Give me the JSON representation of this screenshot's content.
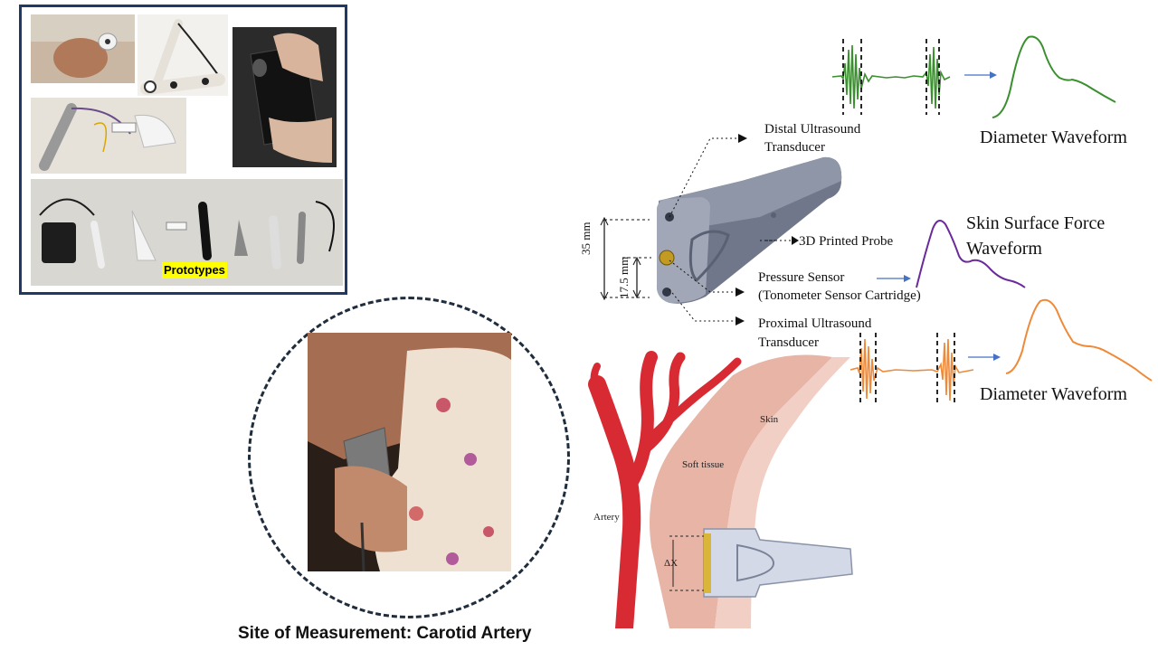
{
  "prototypes": {
    "label": "Prototypes"
  },
  "measurement": {
    "caption": "Site of Measurement: Carotid Artery"
  },
  "probe_labels": {
    "distal_line1": "Distal Ultrasound",
    "distal_line2": "Transducer",
    "printed_probe": "3D Printed Probe",
    "pressure_line1": "Pressure Sensor",
    "pressure_line2": "(Tonometer Sensor Cartridge)",
    "proximal_line1": "Proximal Ultrasound",
    "proximal_line2": "Transducer",
    "dim_35": "35 mm",
    "dim_17": "17.5 mm"
  },
  "waveforms": {
    "diameter_top": "Diameter Waveform",
    "force_line1": "Skin Surface Force",
    "force_line2": "Waveform",
    "diameter_bottom": "Diameter Waveform"
  },
  "anatomy": {
    "skin": "Skin",
    "soft_tissue": "Soft tissue",
    "artery": "Artery",
    "delta": "ΔX"
  },
  "colors": {
    "panel_border": "#1f3864",
    "green_wave": "#3a8f2e",
    "purple_wave": "#6a2a9c",
    "orange_wave": "#ee8a3a",
    "artery_red": "#d82a32",
    "skin_pink": "#e7a89a",
    "highlight_yellow": "#ffff00",
    "arrow_blue": "#4472c4"
  }
}
